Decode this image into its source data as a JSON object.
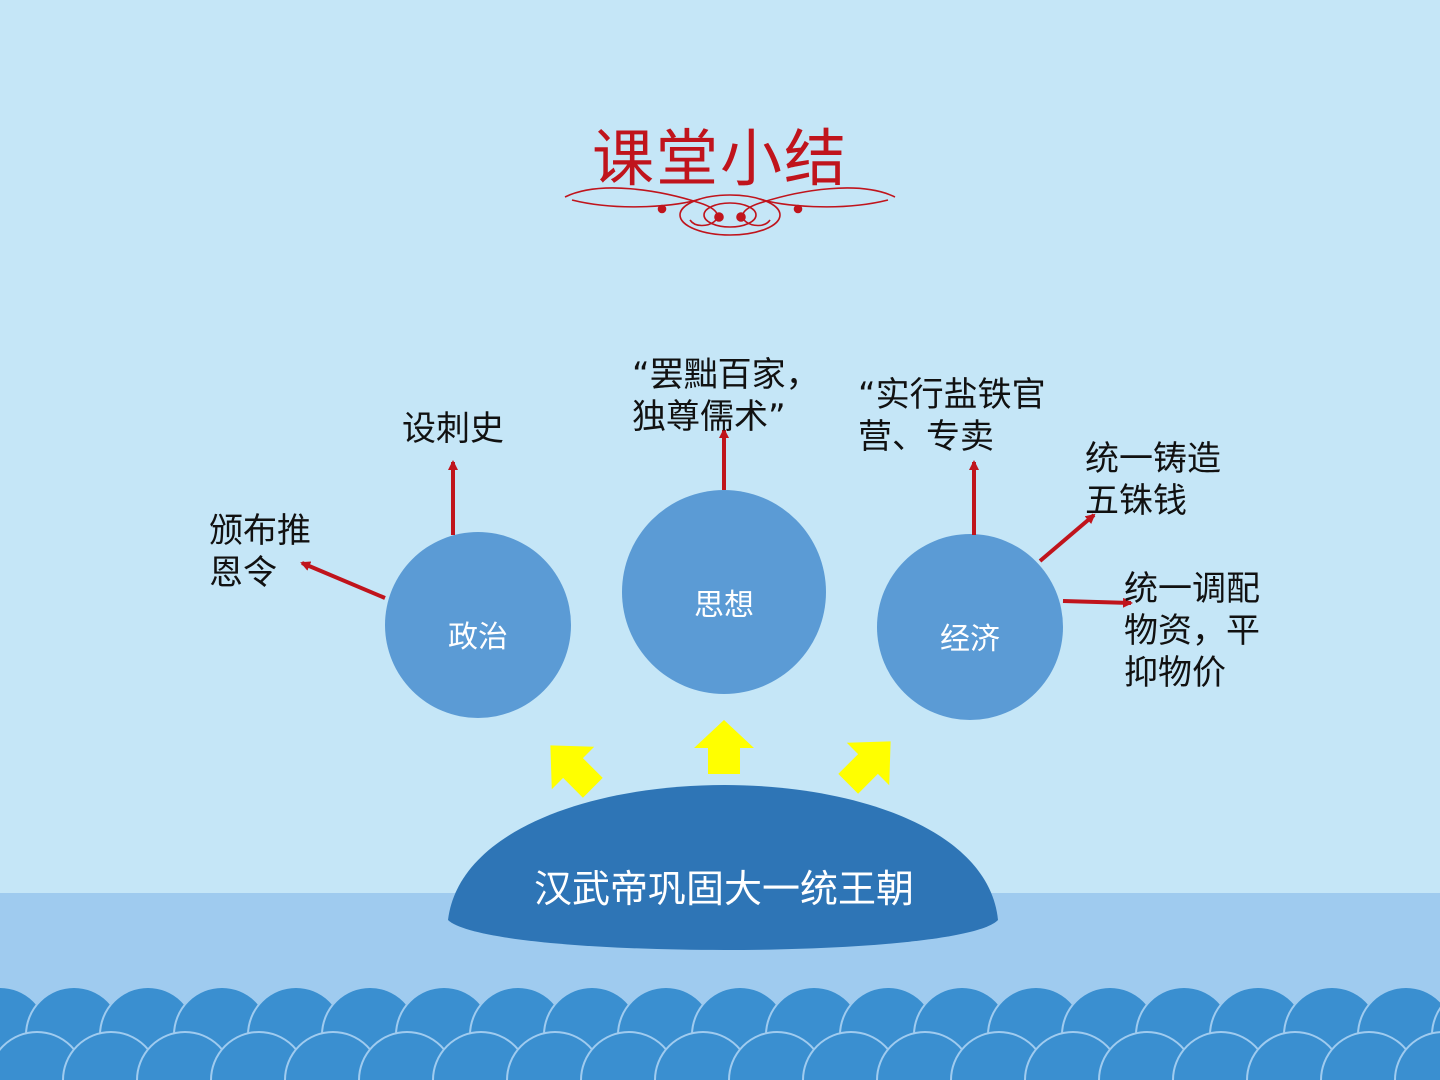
{
  "title": "课堂小结",
  "colors": {
    "background": "#c5e6f7",
    "title": "#c0141c",
    "circle": "#5b9bd5",
    "dome": "#2e75b6",
    "arrow": "#c0141c",
    "up_arrow": "#ffff00",
    "wave": "#3a8fd0",
    "band": "#9fcbef"
  },
  "base": {
    "label": "汉武帝巩固大一统王朝"
  },
  "nodes": [
    {
      "id": "politics",
      "label": "政治"
    },
    {
      "id": "thought",
      "label": "思想"
    },
    {
      "id": "economy",
      "label": "经济"
    }
  ],
  "leaves": {
    "decree": [
      "颁布推",
      "恩令"
    ],
    "inspector": [
      "设刺史"
    ],
    "confucian": [
      "“罢黜百家，",
      "独尊儒术”"
    ],
    "salt_iron": [
      "“实行盐铁官",
      "营、专卖"
    ],
    "coinage": [
      "统一铸造",
      "五铢钱"
    ],
    "allocation": [
      "统一调配",
      "物资，平",
      "抑物价"
    ]
  }
}
